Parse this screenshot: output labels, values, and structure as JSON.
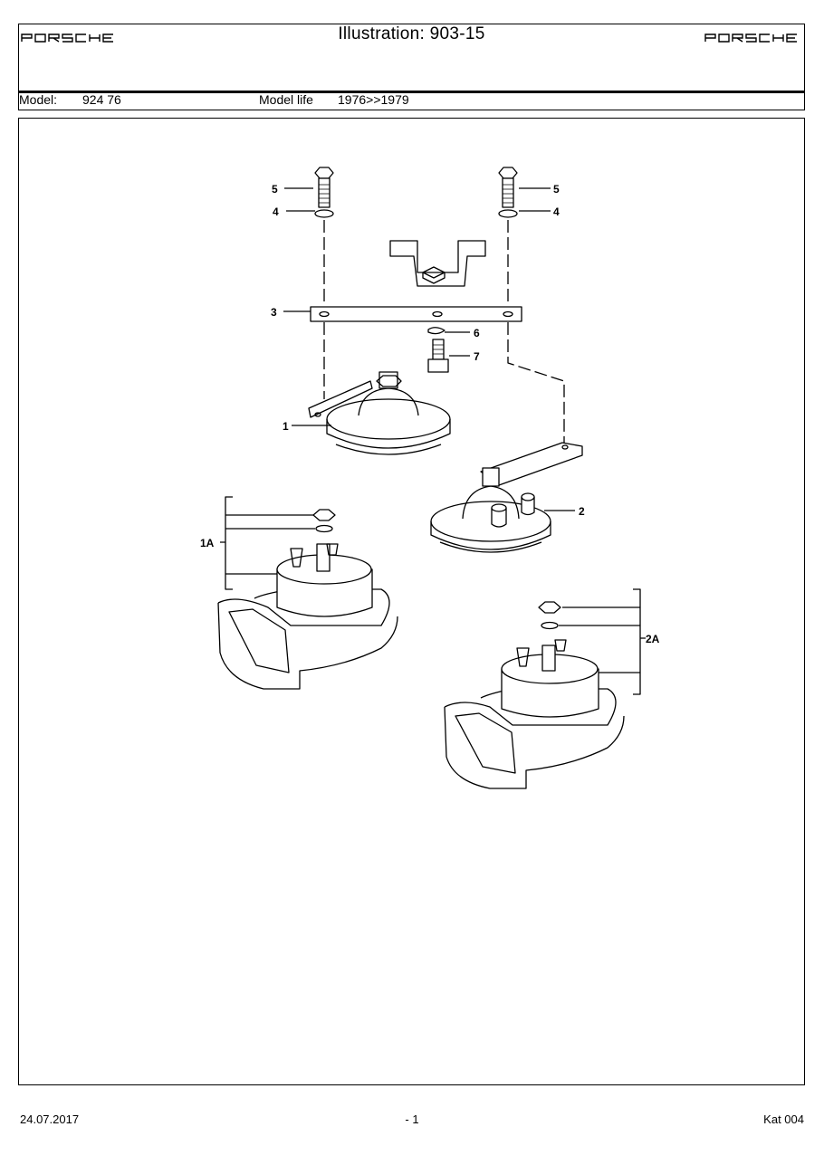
{
  "header": {
    "brand_left": "PORSCHE",
    "brand_right": "PORSCHE",
    "title": "Illustration: 903-15",
    "model_label": "Model:",
    "model_value": "924 76",
    "model_life_label": "Model life",
    "model_life_value": "1976>>1979"
  },
  "illustration": {
    "callouts": {
      "c1": "1",
      "c2": "2",
      "c3": "3",
      "c4a": "4",
      "c4b": "4",
      "c5a": "5",
      "c5b": "5",
      "c6": "6",
      "c7": "7",
      "c1a": "1A",
      "c2a": "2A"
    }
  },
  "footer": {
    "date": "24.07.2017",
    "page": "- 1",
    "catalog": "Kat 004"
  }
}
